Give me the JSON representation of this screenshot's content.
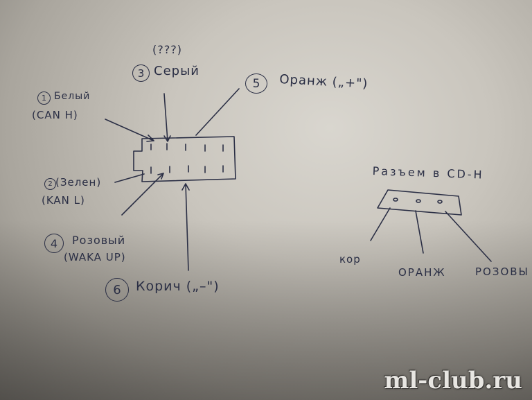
{
  "labels": {
    "question": "(???)",
    "pin3_num": "3",
    "pin3_name": "Серый",
    "pin5_num": "5",
    "pin5_name": "Оранж („+\")",
    "pin1_num": "1",
    "pin1_name": "Белый",
    "pin1_sub": "(CAN H)",
    "pin2_num": "2",
    "pin2_name": "(Зелен)",
    "pin2_sub": "(KAN L)",
    "pin4_num": "4",
    "pin4_name": "Розовый",
    "pin4_sub": "(WAKA UP)",
    "pin6_num": "6",
    "pin6_name": "Корич („–\")",
    "connector_title": "Разъем в CD-Н",
    "wire_left": "кор",
    "wire_mid": "ОРАНЖ",
    "wire_right": "РОЗОВЫ"
  },
  "watermark": "ml-club.ru",
  "colors": {
    "ink": "#2b2f45",
    "paper": "#cfcbc3"
  }
}
